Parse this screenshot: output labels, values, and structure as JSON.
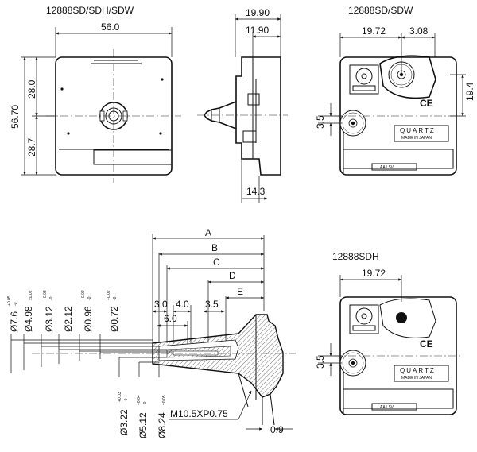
{
  "titles": {
    "front": "12888SD/SDH/SDW",
    "back_sdw": "12888SD/SDW",
    "back_sdh": "12888SDH"
  },
  "front_view": {
    "width": "56.0",
    "height": "56.70",
    "upper": "28.0",
    "lower": "28.7"
  },
  "side_view": {
    "d1": "19.90",
    "d2": "11.90",
    "d3": "14.3"
  },
  "back_view_sdw": {
    "d_a": "19.72",
    "d_b": "3.08",
    "d_c": "19.4",
    "d_d": "3.5",
    "ce": "CE",
    "quartz": "QUARTZ",
    "quartz_sub": "MADE IN JAPAN",
    "battery": "AA1.5V"
  },
  "back_view_sdh": {
    "d_a": "19.72",
    "d_d": "3.5",
    "ce": "CE",
    "quartz": "QUARTZ",
    "quartz_sub": "MADE IN JAPAN",
    "battery": "AA1.5V"
  },
  "shaft": {
    "letters": [
      "A",
      "B",
      "C",
      "D",
      "E"
    ],
    "d_30": "3.0",
    "d_40": "4.0",
    "d_35": "3.5",
    "d_60": "6.0",
    "thread": "M10.5XP0.75",
    "d_09": "0.9",
    "diameters_top": [
      {
        "main": "Ø7.6",
        "tol_up": "+0.05",
        "tol_dn": "-0"
      },
      {
        "main": "Ø4.98",
        "tol": "±0.02"
      },
      {
        "main": "Ø3.12",
        "tol_up": "+0.03",
        "tol_dn": "-0"
      },
      {
        "main": "Ø2.12"
      },
      {
        "main": "Ø0.96",
        "tol_up": "+0.02",
        "tol_dn": "-0"
      },
      {
        "main": "Ø0.72",
        "tol_up": "+0.02",
        "tol_dn": "-0"
      }
    ],
    "diameters_bottom": [
      {
        "main": "Ø3.22",
        "tol_up": "+0.03",
        "tol_dn": "-0"
      },
      {
        "main": "Ø5.12",
        "tol_up": "+0.04",
        "tol_dn": "-0"
      },
      {
        "main": "Ø8.24",
        "tol": "±0.05"
      }
    ]
  }
}
